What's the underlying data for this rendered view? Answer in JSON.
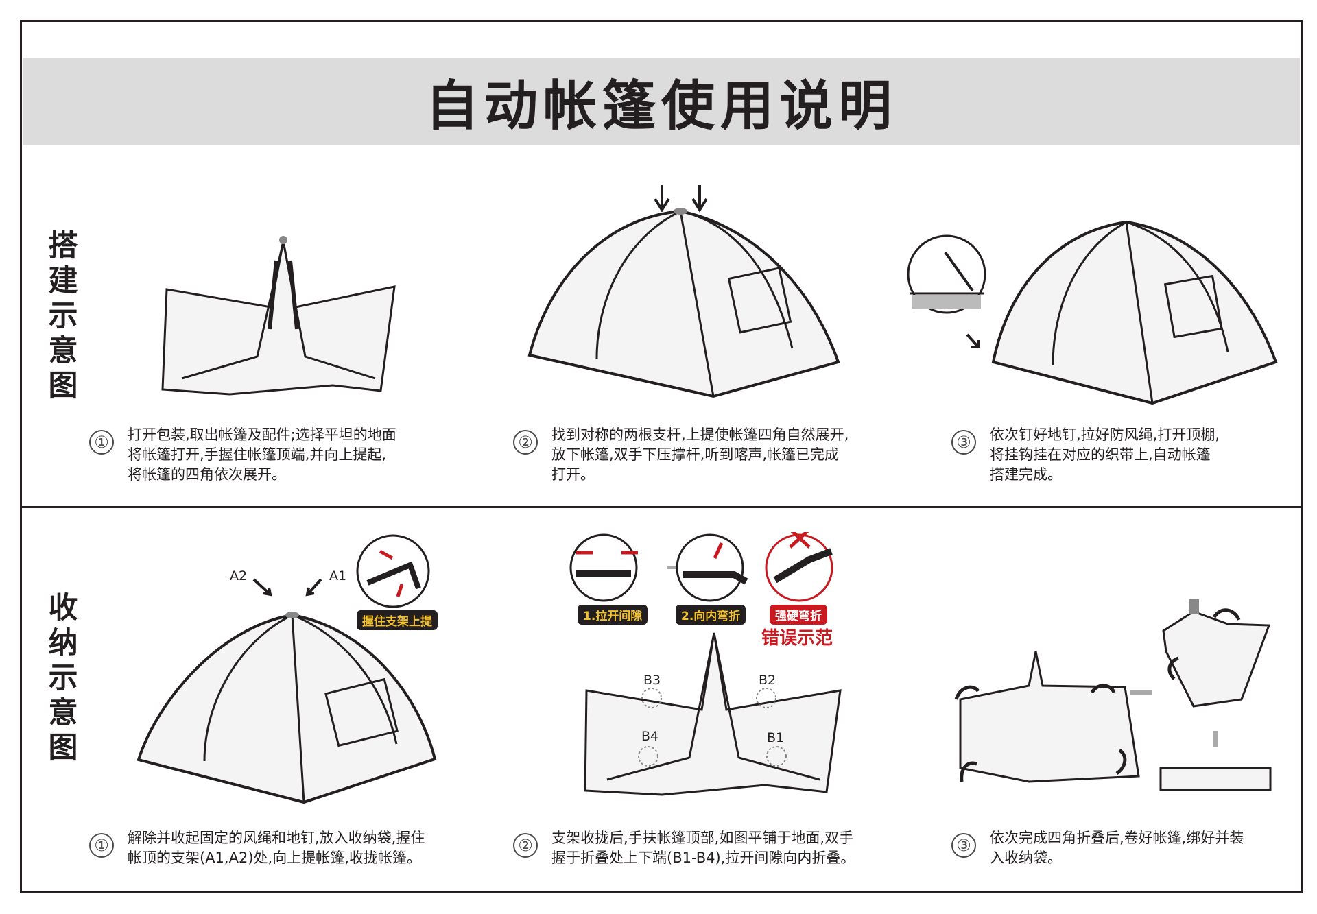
{
  "title": "自动帐篷使用说明",
  "colors": {
    "band": "#dcdcdc",
    "ink": "#231f20",
    "accent_red": "#c91a22",
    "badge_yellow": "#f2c12e"
  },
  "setup": {
    "side_label": [
      "搭",
      "建",
      "示",
      "意",
      "图"
    ],
    "steps": [
      {
        "num": "①",
        "text": "打开包装,取出帐篷及配件;选择平坦的地面\n将帐篷打开,手握住帐篷顶端,并向上提起,\n将帐篷的四角依次展开。"
      },
      {
        "num": "②",
        "text": "找到对称的两根支杆,上提使帐篷四角自然展开,\n放下帐篷,双手下压撑杆,听到喀声,帐篷已完成\n打开。"
      },
      {
        "num": "③",
        "text": "依次钉好地钉,拉好防风绳,打开顶棚,\n将挂钩挂在对应的织带上,自动帐篷\n搭建完成。"
      }
    ]
  },
  "storage": {
    "side_label": [
      "收",
      "纳",
      "示",
      "意",
      "图"
    ],
    "labels": {
      "a1": "A1",
      "a2": "A2",
      "b1": "B1",
      "b2": "B2",
      "b3": "B3",
      "b4": "B4"
    },
    "badges": {
      "grip": "握住支架上提",
      "gap": "1.拉开间隙",
      "fold": "2.向内弯折",
      "force": "强硬弯折",
      "wrong": "错误示范"
    },
    "steps": [
      {
        "num": "①",
        "text": "解除并收起固定的风绳和地钉,放入收纳袋,握住\n帐顶的支架(A1,A2)处,向上提帐篷,收拢帐篷。"
      },
      {
        "num": "②",
        "text": "支架收拢后,手扶帐篷顶部,如图平铺于地面,双手\n握于折叠处上下端(B1-B4),拉开间隙向内折叠。"
      },
      {
        "num": "③",
        "text": "依次完成四角折叠后,卷好帐篷,绑好并装\n入收纳袋。"
      }
    ]
  }
}
